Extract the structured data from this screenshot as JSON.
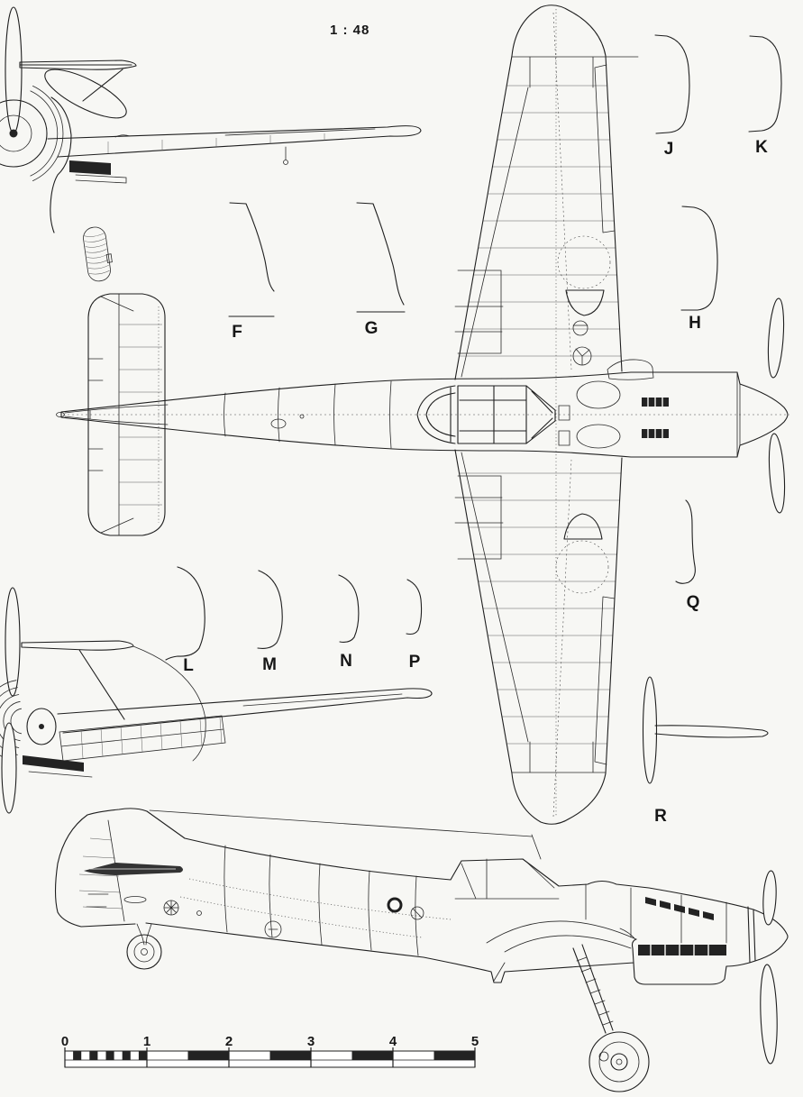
{
  "scale": {
    "ratio_label": "1 : 48"
  },
  "sections": [
    {
      "id": "F",
      "label": "F"
    },
    {
      "id": "G",
      "label": "G"
    },
    {
      "id": "H",
      "label": "H"
    },
    {
      "id": "J",
      "label": "J"
    },
    {
      "id": "K",
      "label": "K"
    },
    {
      "id": "L",
      "label": "L"
    },
    {
      "id": "M",
      "label": "M"
    },
    {
      "id": "N",
      "label": "N"
    },
    {
      "id": "P",
      "label": "P"
    },
    {
      "id": "Q",
      "label": "Q"
    },
    {
      "id": "R",
      "label": "R"
    }
  ],
  "ruler": {
    "tick_labels": [
      "0",
      "1",
      "2",
      "3",
      "4",
      "5"
    ]
  },
  "colors": {
    "ink": "#1f1f1f",
    "paper": "#f7f7f4",
    "thin_line": "#5a5a5a"
  }
}
